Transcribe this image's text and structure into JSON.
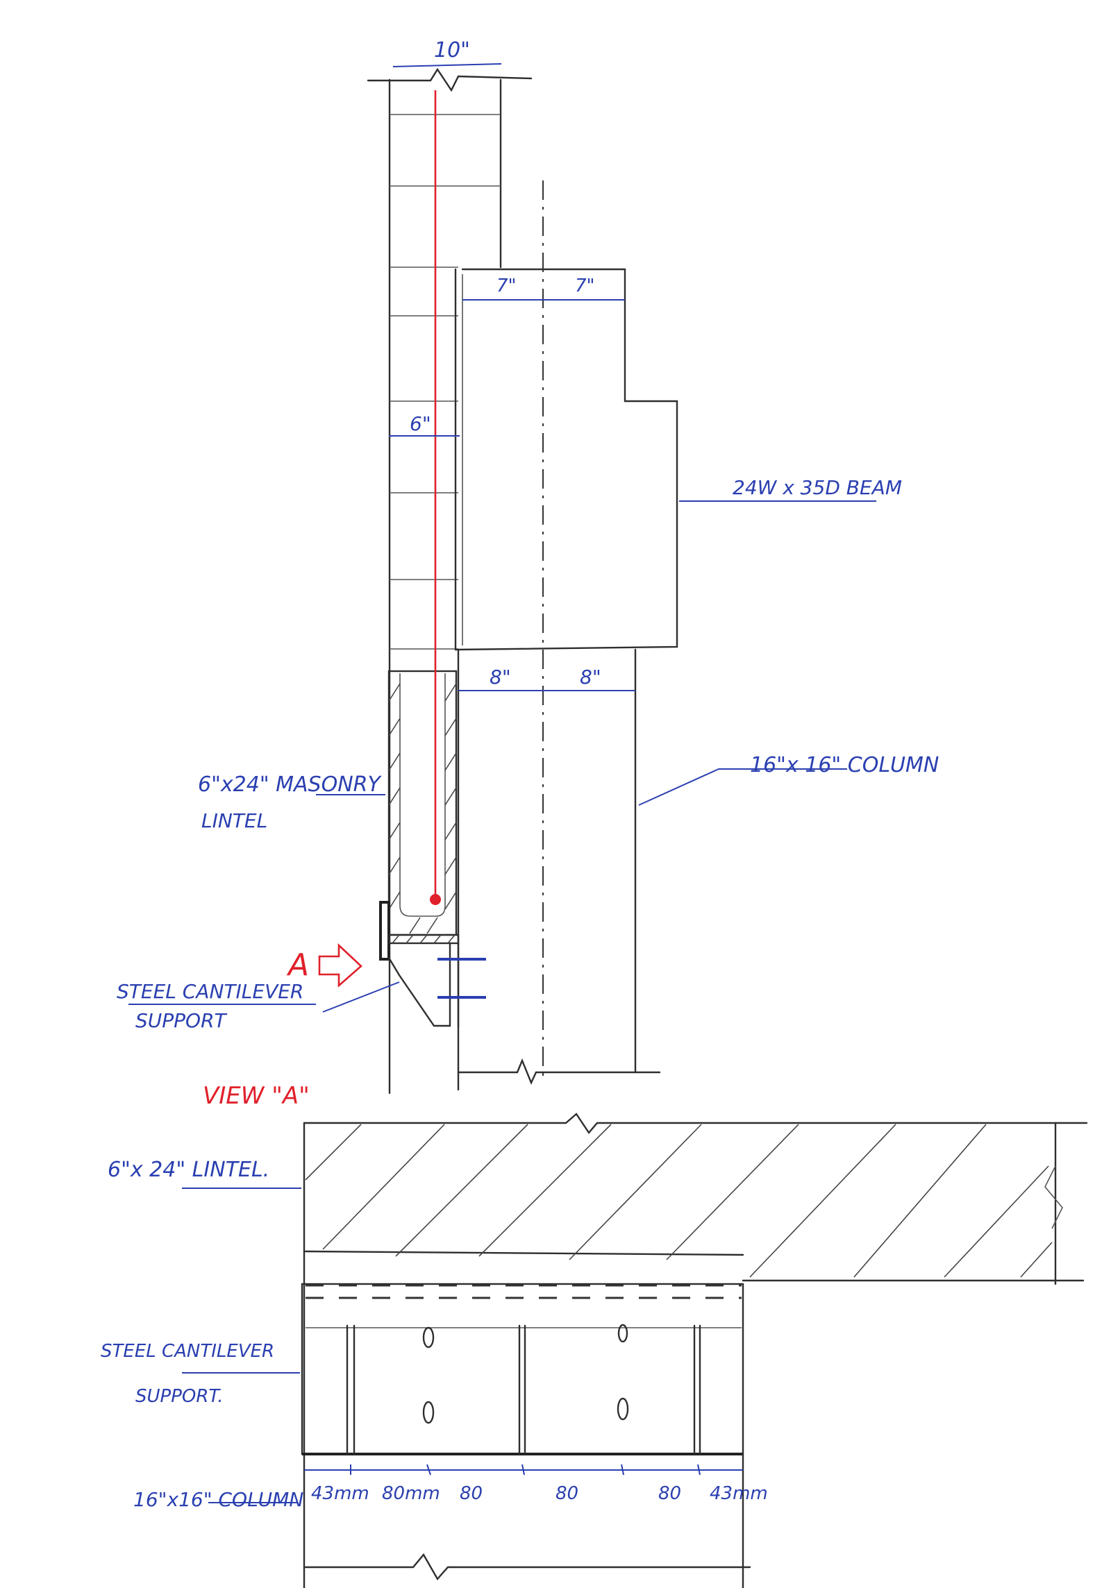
{
  "drawing": {
    "type": "hand-drawn structural detail",
    "section_view": {
      "dimensions": {
        "wall_width": "10\"",
        "beam_half_left": "7\"",
        "beam_half_right": "7\"",
        "lintel_width": "6\"",
        "column_half_left": "8\"",
        "column_half_right": "8\""
      },
      "labels": {
        "beam": "24W x 35D BEAM",
        "masonry_lintel_line1": "6\"x24\" MASONRY",
        "masonry_lintel_line2": "LINTEL",
        "column": "16\"x 16\" COLUMN",
        "support_line1": "STEEL CANTILEVER",
        "support_line2": "SUPPORT",
        "view_marker": "A"
      }
    },
    "view_a": {
      "title": "VIEW \"A\"",
      "labels": {
        "lintel": "6\"x 24\" LINTEL.",
        "support_line1": "STEEL CANTILEVER",
        "support_line2": "SUPPORT.",
        "column": "16\"x16\" COLUMN"
      },
      "dimension_chain": [
        "43mm",
        "80mm",
        "80",
        "80",
        "80",
        "43mm"
      ]
    },
    "colors": {
      "ink": "#2e2e2e",
      "annotation_blue": "#2a3fb0",
      "marker_red": "#e0202a"
    }
  }
}
